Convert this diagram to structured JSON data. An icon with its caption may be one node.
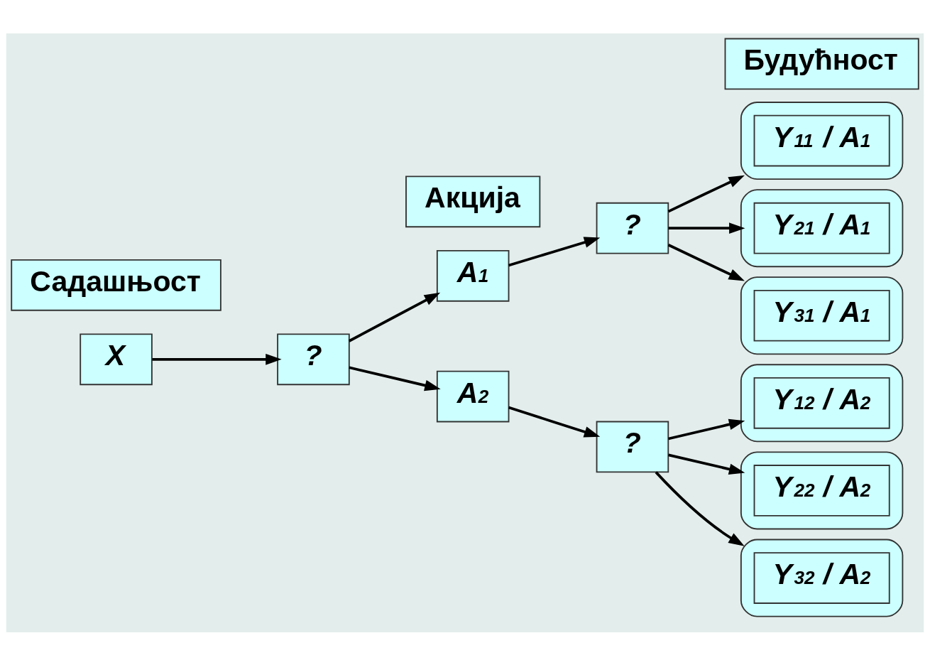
{
  "diagram": {
    "nodes": [
      {
        "text": [
          "Будућност"
        ]
      },
      {
        "text": [
          "Акција"
        ]
      },
      {
        "text": [
          "Садашњост"
        ]
      },
      {
        "text": [
          "X"
        ]
      },
      {
        "text": [
          "?"
        ]
      },
      {
        "text": [
          "A$_{1}$"
        ]
      },
      {
        "text": [
          "?"
        ]
      },
      {
        "text": [
          "A$_{2}$"
        ]
      },
      {
        "text": [
          "?"
        ]
      },
      {
        "text": [],
        "shape": "box"
      },
      {
        "text": [
          "Y$_{11}$ / A$_{1}$"
        ],
        "in": 9
      },
      {
        "text": [],
        "shape": "box"
      },
      {
        "text": [
          "Y$_{21}$ / A$_{1}$"
        ],
        "in": 11
      },
      {
        "text": [],
        "shape": "box"
      },
      {
        "text": [
          "Y$_{31}$ / A$_{1}$"
        ],
        "in": 13
      },
      {
        "text": [],
        "shape": "box"
      },
      {
        "text": [
          "Y$_{12}$ / A$_{2}$"
        ],
        "in": 15
      },
      {
        "text": [],
        "shape": "box"
      },
      {
        "text": [
          "Y$_{22}$ / A$_{2}$"
        ],
        "in": 17
      },
      {
        "text": [],
        "shape": "box"
      },
      {
        "text": [
          "Y$_{32}$ / A$_{2}$"
        ],
        "in": 19
      }
    ],
    "edges": [
      {
        "from": 3,
        "to": 4,
        "arrow": "to"
      },
      {
        "from": 4,
        "to": 5,
        "arrow": "to"
      },
      {
        "from": 4,
        "to": 7,
        "arrow": "to"
      },
      {
        "from": 5,
        "to": 6,
        "arrow": "to"
      },
      {
        "from": 7,
        "to": 8,
        "arrow": "to"
      },
      {
        "from": 6,
        "to": 9,
        "arrow": "to"
      },
      {
        "from": 6,
        "to": 11,
        "arrow": "to"
      },
      {
        "from": 6,
        "to": 13,
        "arrow": "to"
      },
      {
        "from": 8,
        "to": 15,
        "arrow": "to"
      },
      {
        "from": 8,
        "to": 17,
        "arrow": "to"
      },
      {
        "from": 8,
        "to": 19,
        "arrow": "to"
      }
    ]
  }
}
